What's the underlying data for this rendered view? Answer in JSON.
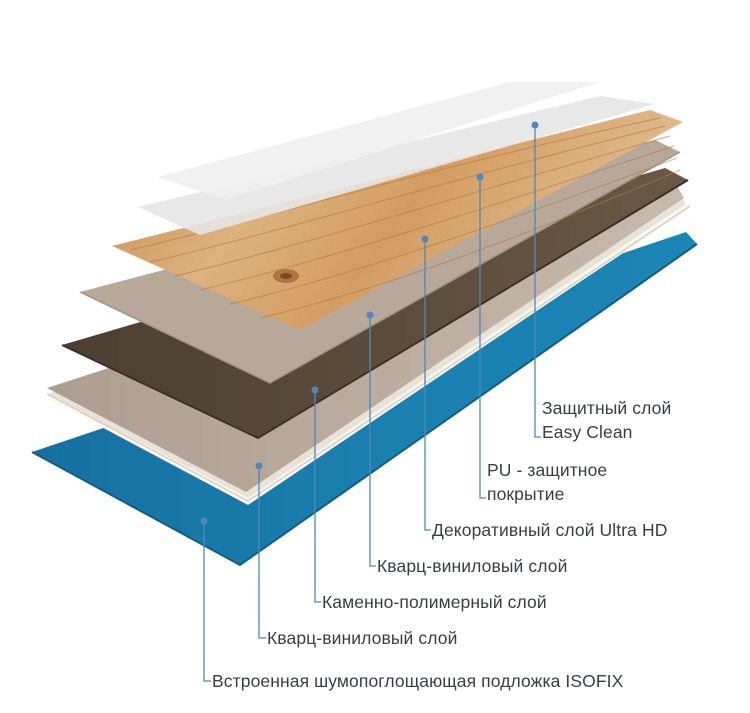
{
  "colors": {
    "leader": "#4d89bd",
    "text": "#3a3d45",
    "underlay": "#1878a6",
    "wood": "#d5a36c",
    "dark_core": "#5a4a39",
    "beige": "#b9aa9c"
  },
  "layers": [
    {
      "id": "protective",
      "lines": [
        "Защитный слой",
        "Easy Clean"
      ]
    },
    {
      "id": "pu",
      "lines": [
        "PU - защитное",
        "покрытие"
      ]
    },
    {
      "id": "decor",
      "lines": [
        "Декоративный слой Ultra HD"
      ]
    },
    {
      "id": "quartz-top",
      "lines": [
        "Кварц-виниловый слой"
      ]
    },
    {
      "id": "stone",
      "lines": [
        "Каменно-полимерный слой"
      ]
    },
    {
      "id": "quartz-bottom",
      "lines": [
        "Кварц-виниловый слой"
      ]
    },
    {
      "id": "underlay",
      "lines": [
        "Встроенная шумопоглощающая подложка ISOFIX"
      ]
    }
  ]
}
